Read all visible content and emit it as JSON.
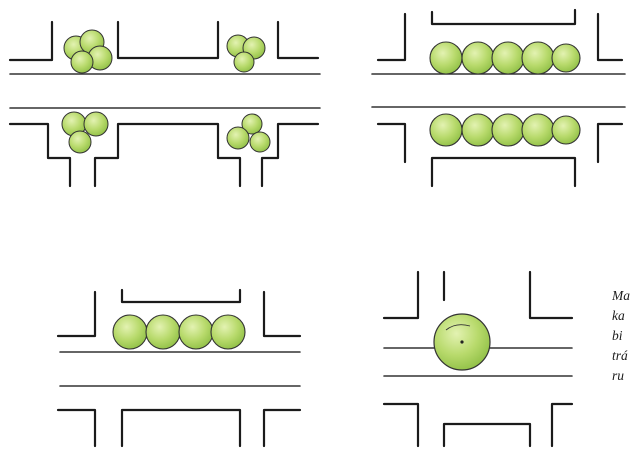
{
  "caption_lines": [
    "Ma",
    "ka",
    "bi",
    "trá",
    "ru"
  ],
  "colors": {
    "tree_fill": "#b5d86a",
    "tree_light": "#dcefa6",
    "ink": "#1b1b1b"
  }
}
